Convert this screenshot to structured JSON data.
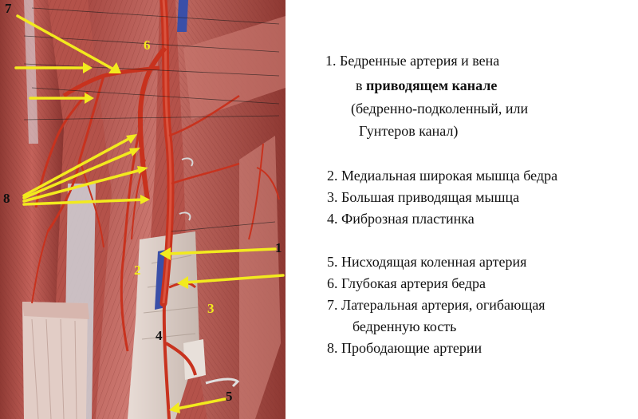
{
  "callouts": {
    "n1": "1",
    "n2": "2",
    "n3": "3",
    "n4": "4",
    "n5": "5",
    "n6": "6",
    "n7": "7",
    "n8": "8"
  },
  "legend": {
    "item1_num": "1.",
    "item1_title": "Бедренные артерия и вена",
    "item1_line2_prefix": "в ",
    "item1_line2_bold": "приводящем канале",
    "item1_line3": "(бедренно-подколенный, или",
    "item1_line4": "Гунтеров канал)",
    "item2": "2.  Медиальная широкая мышца бедра",
    "item3": "3.  Большая приводящая мышца",
    "item4": "4.  Фиброзная пластинка",
    "item5": "5.  Нисходящая коленная артерия",
    "item6": "6.  Глубокая артерия бедра",
    "item7_line1": "7.  Латеральная артерия, огибающая",
    "item7_line2": "бедренную кость",
    "item8": "8.   Прободающие артерии"
  },
  "colors": {
    "arrow": "#f2ea1e",
    "muscle": "#b8504a",
    "artery": "#c8321e",
    "vein": "#3a4fa8",
    "fascia": "#d9cfc8",
    "label_yellow": "#f2ea1e",
    "label_black": "#111111"
  }
}
